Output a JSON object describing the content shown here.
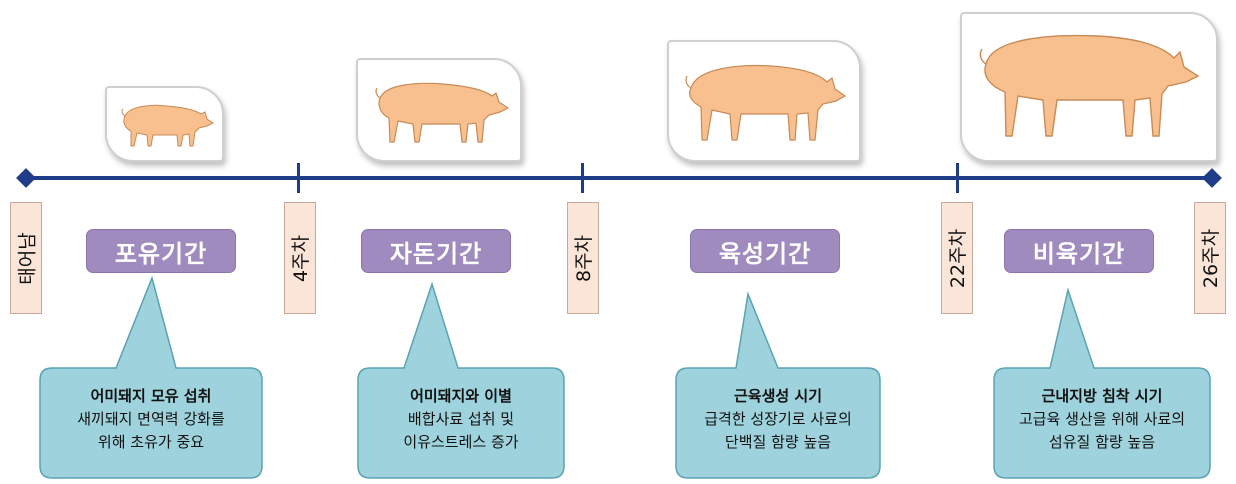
{
  "timeline": {
    "markers": [
      "태어남",
      "4주차",
      "8주차",
      "22주차",
      "26주차"
    ]
  },
  "periods": [
    "포유기간",
    "자돈기간",
    "육성기간",
    "비육기간"
  ],
  "callouts": [
    {
      "title": "어미돼지 모유 섭취",
      "line1": "새끼돼지 면역력 강화를",
      "line2": "위해 초유가 중요"
    },
    {
      "title": "어미돼지와 이별",
      "line1": "배합사료 섭취 및",
      "line2": "이유스트레스 증가"
    },
    {
      "title": "근육생성 시기",
      "line1": "급격한 성장기로 사료의",
      "line2": "단백질 함량 높음"
    },
    {
      "title": "근내지방 침착 시기",
      "line1": "고급육 생산을 위해 사료의",
      "line2": "섬유질 함량 높음"
    }
  ],
  "colors": {
    "timeline": "#1f3c88",
    "pig_fill": "#f7c08e",
    "period_fill": "#a08bbf",
    "callout_fill": "#9ed2dc",
    "marker_fill": "#fbe5d8"
  }
}
